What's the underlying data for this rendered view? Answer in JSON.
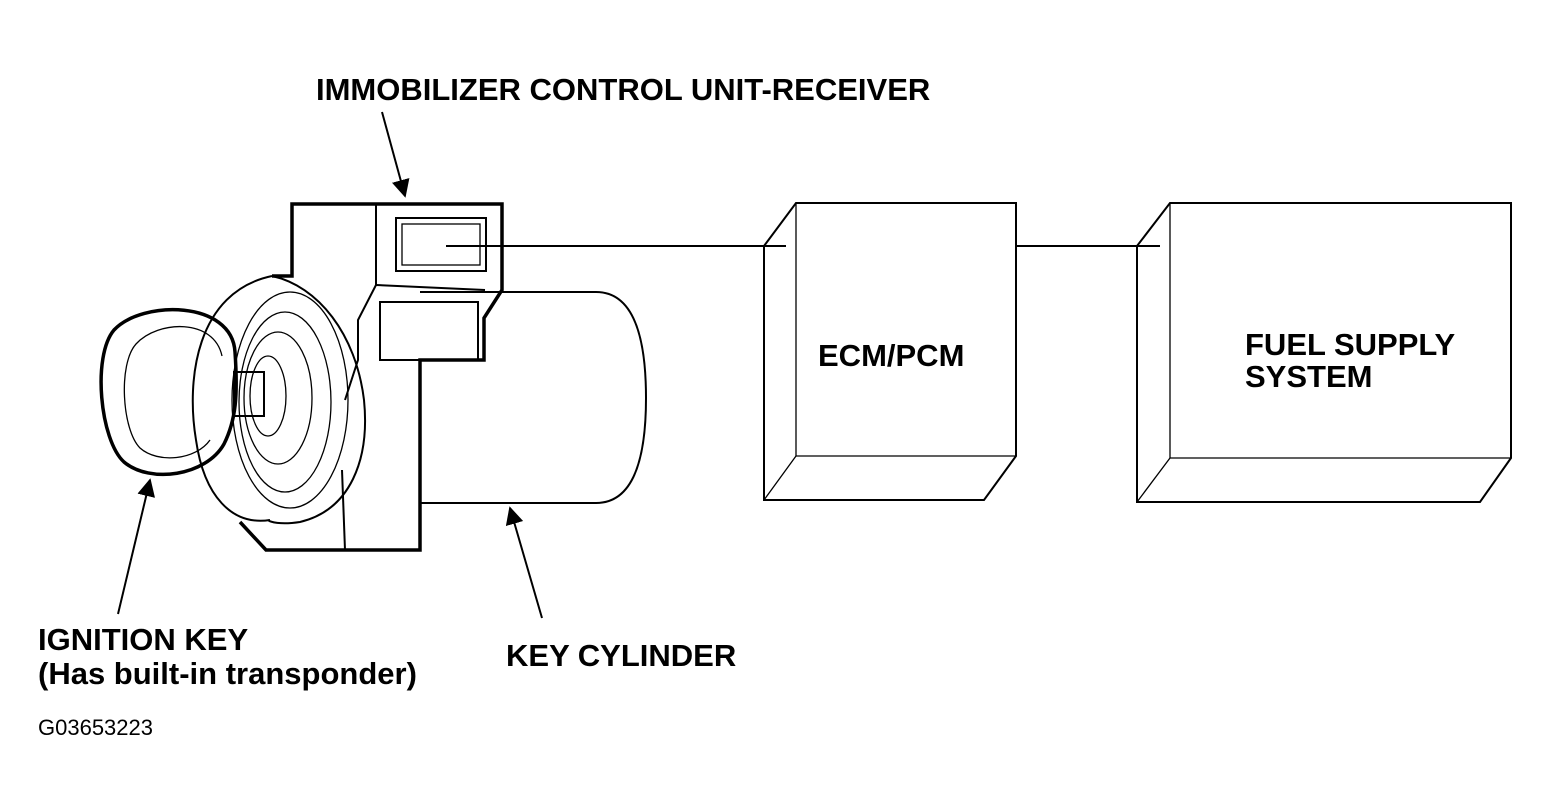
{
  "labels": {
    "immobilizer": "IMMOBILIZER CONTROL UNIT-RECEIVER",
    "ignition_key_line1": "IGNITION KEY",
    "ignition_key_line2": "(Has built-in transponder)",
    "key_cylinder": "KEY CYLINDER",
    "ecm": "ECM/PCM",
    "fuel_line1": "FUEL SUPPLY",
    "fuel_line2": "SYSTEM",
    "figure_id": "G03653223"
  }
}
